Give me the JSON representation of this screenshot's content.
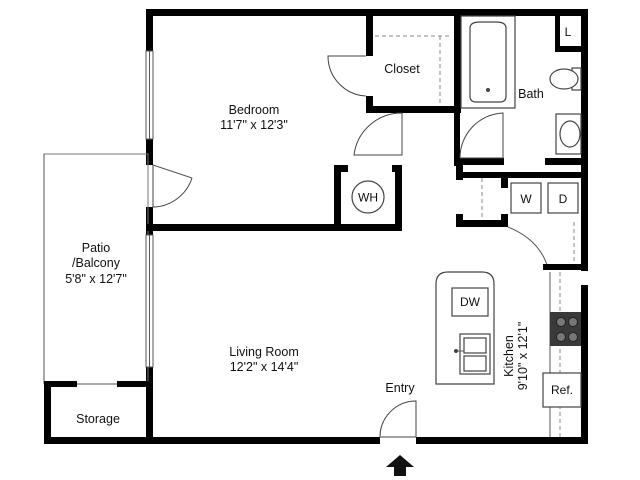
{
  "rooms": {
    "bedroom": {
      "name": "Bedroom",
      "size": "11'7\" x 12'3\""
    },
    "closet": {
      "name": "Closet"
    },
    "bath": {
      "name": "Bath"
    },
    "linen": {
      "name": "L"
    },
    "patio": {
      "name_line1": "Patio",
      "name_line2": "/Balcony",
      "size": "5'8\" x 12'7\""
    },
    "storage": {
      "name": "Storage"
    },
    "living": {
      "name": "Living Room",
      "size": "12'2\" x 14'4\""
    },
    "entry": {
      "name": "Entry"
    },
    "kitchen": {
      "name": "Kitchen",
      "size": "9'10\" x 12'1\""
    }
  },
  "fixtures": {
    "water_heater": "WH",
    "washer": "W",
    "dryer": "D",
    "dishwasher": "DW",
    "refrigerator": "Ref."
  },
  "icons": {
    "entry_arrow": "entry-arrow-icon"
  }
}
